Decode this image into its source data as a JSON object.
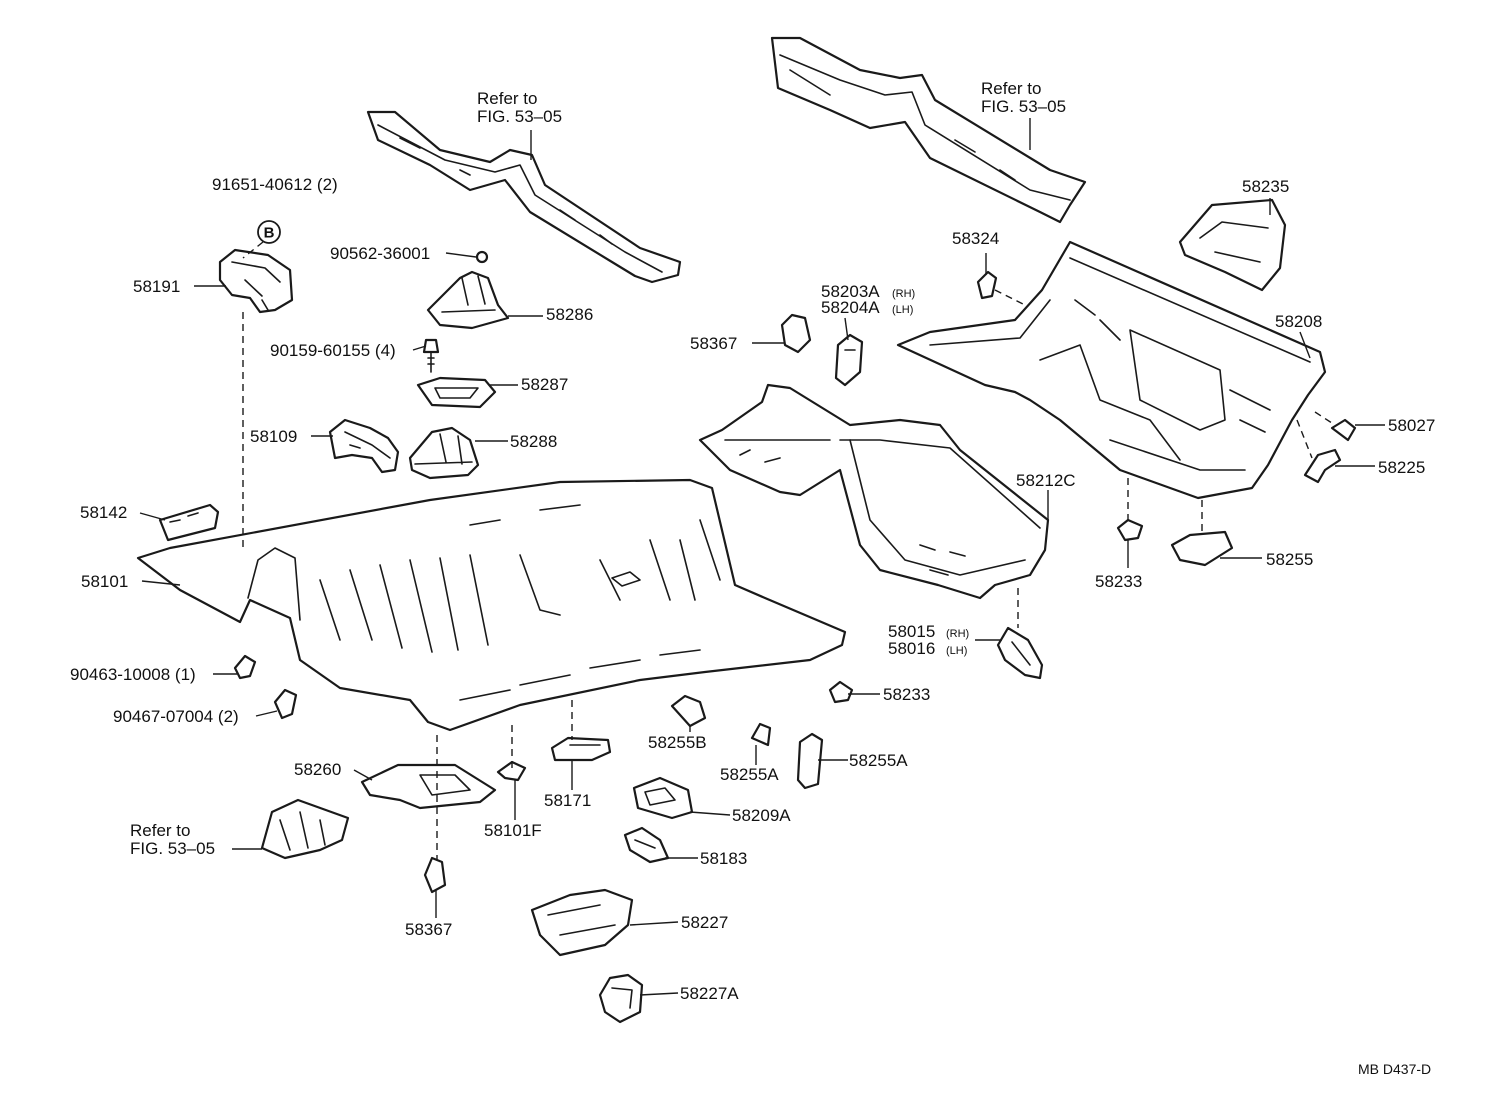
{
  "refer_note": {
    "line1": "Refer to",
    "line2": "FIG. 53–05"
  },
  "diagram_code": "MB D437-D",
  "circled_letter": "B",
  "labels": {
    "p91651": "91651-40612 (2)",
    "p58191": "58191",
    "p90562": "90562-36001",
    "p58286": "58286",
    "p90159": "90159-60155 (4)",
    "p58287": "58287",
    "p58109": "58109",
    "p58288": "58288",
    "p58142": "58142",
    "p58101": "58101",
    "p90463": "90463-10008 (1)",
    "p90467": "90467-07004 (2)",
    "p58260": "58260",
    "p58101F": "58101F",
    "p58171": "58171",
    "p58255B": "58255B",
    "p58255A_1": "58255A",
    "p58255A_2": "58255A",
    "p58233_1": "58233",
    "p58209A": "58209A",
    "p58183": "58183",
    "p58227": "58227",
    "p58227A": "58227A",
    "p58367_1": "58367",
    "p58367_2": "58367",
    "p58203A": "58203A",
    "p58203A_side": "(RH)",
    "p58204A": "58204A",
    "p58204A_side": "(LH)",
    "p58324": "58324",
    "p58235": "58235",
    "p58208": "58208",
    "p58027": "58027",
    "p58225": "58225",
    "p58212C": "58212C",
    "p58233_2": "58233",
    "p58255": "58255",
    "p58015": "58015",
    "p58015_side": "(RH)",
    "p58016": "58016",
    "p58016_side": "(LH)"
  }
}
